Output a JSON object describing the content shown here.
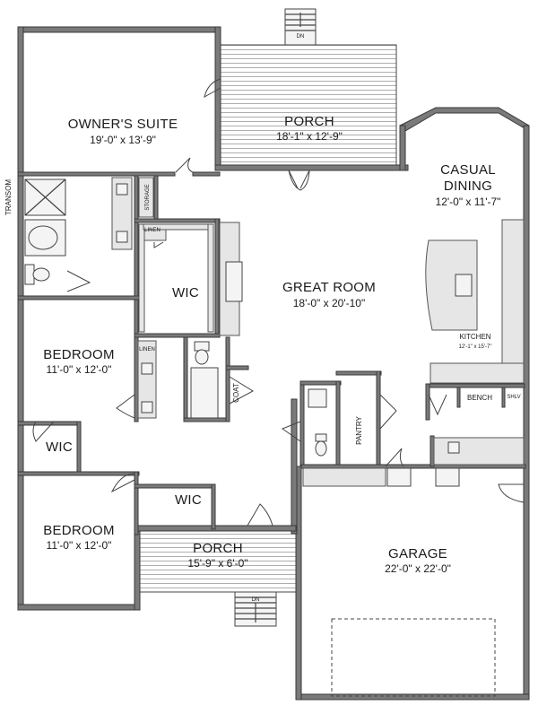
{
  "rooms": {
    "owners_suite": {
      "name": "OWNER'S SUITE",
      "dim": "19'-0\" x 13'-9\""
    },
    "porch_rear": {
      "name": "PORCH",
      "dim": "18'-1\" x 12'-9\""
    },
    "casual_dining": {
      "name1": "CASUAL",
      "name2": "DINING",
      "dim": "12'-0\" x 11'-7\""
    },
    "great_room": {
      "name": "GREAT ROOM",
      "dim": "18'-0\" x 20'-10\""
    },
    "wic_master": {
      "name": "WIC"
    },
    "kitchen": {
      "name": "KITCHEN",
      "dim": "12'-1\" x 15'-7\""
    },
    "bedroom_1": {
      "name": "BEDROOM",
      "dim": "11'-0\" x 12'-0\""
    },
    "wic_bed1": {
      "name": "WIC"
    },
    "bedroom_2": {
      "name": "BEDROOM",
      "dim": "11'-0\" x 12'-0\""
    },
    "wic_bed2": {
      "name": "WIC"
    },
    "porch_front": {
      "name": "PORCH",
      "dim": "15'-9\" x 6'-0\""
    },
    "garage": {
      "name": "GARAGE",
      "dim": "22'-0\" x 22'-0\""
    }
  },
  "small_labels": {
    "storage": "STORAGE",
    "linen_1": "LINEN",
    "linen_2": "LINEN",
    "coat": "COAT",
    "pantry": "PANTRY",
    "bench": "BENCH",
    "shlv": "SHLV",
    "transom": "TRANSOM",
    "dn_rear": "DN",
    "dn_front": "DN"
  }
}
